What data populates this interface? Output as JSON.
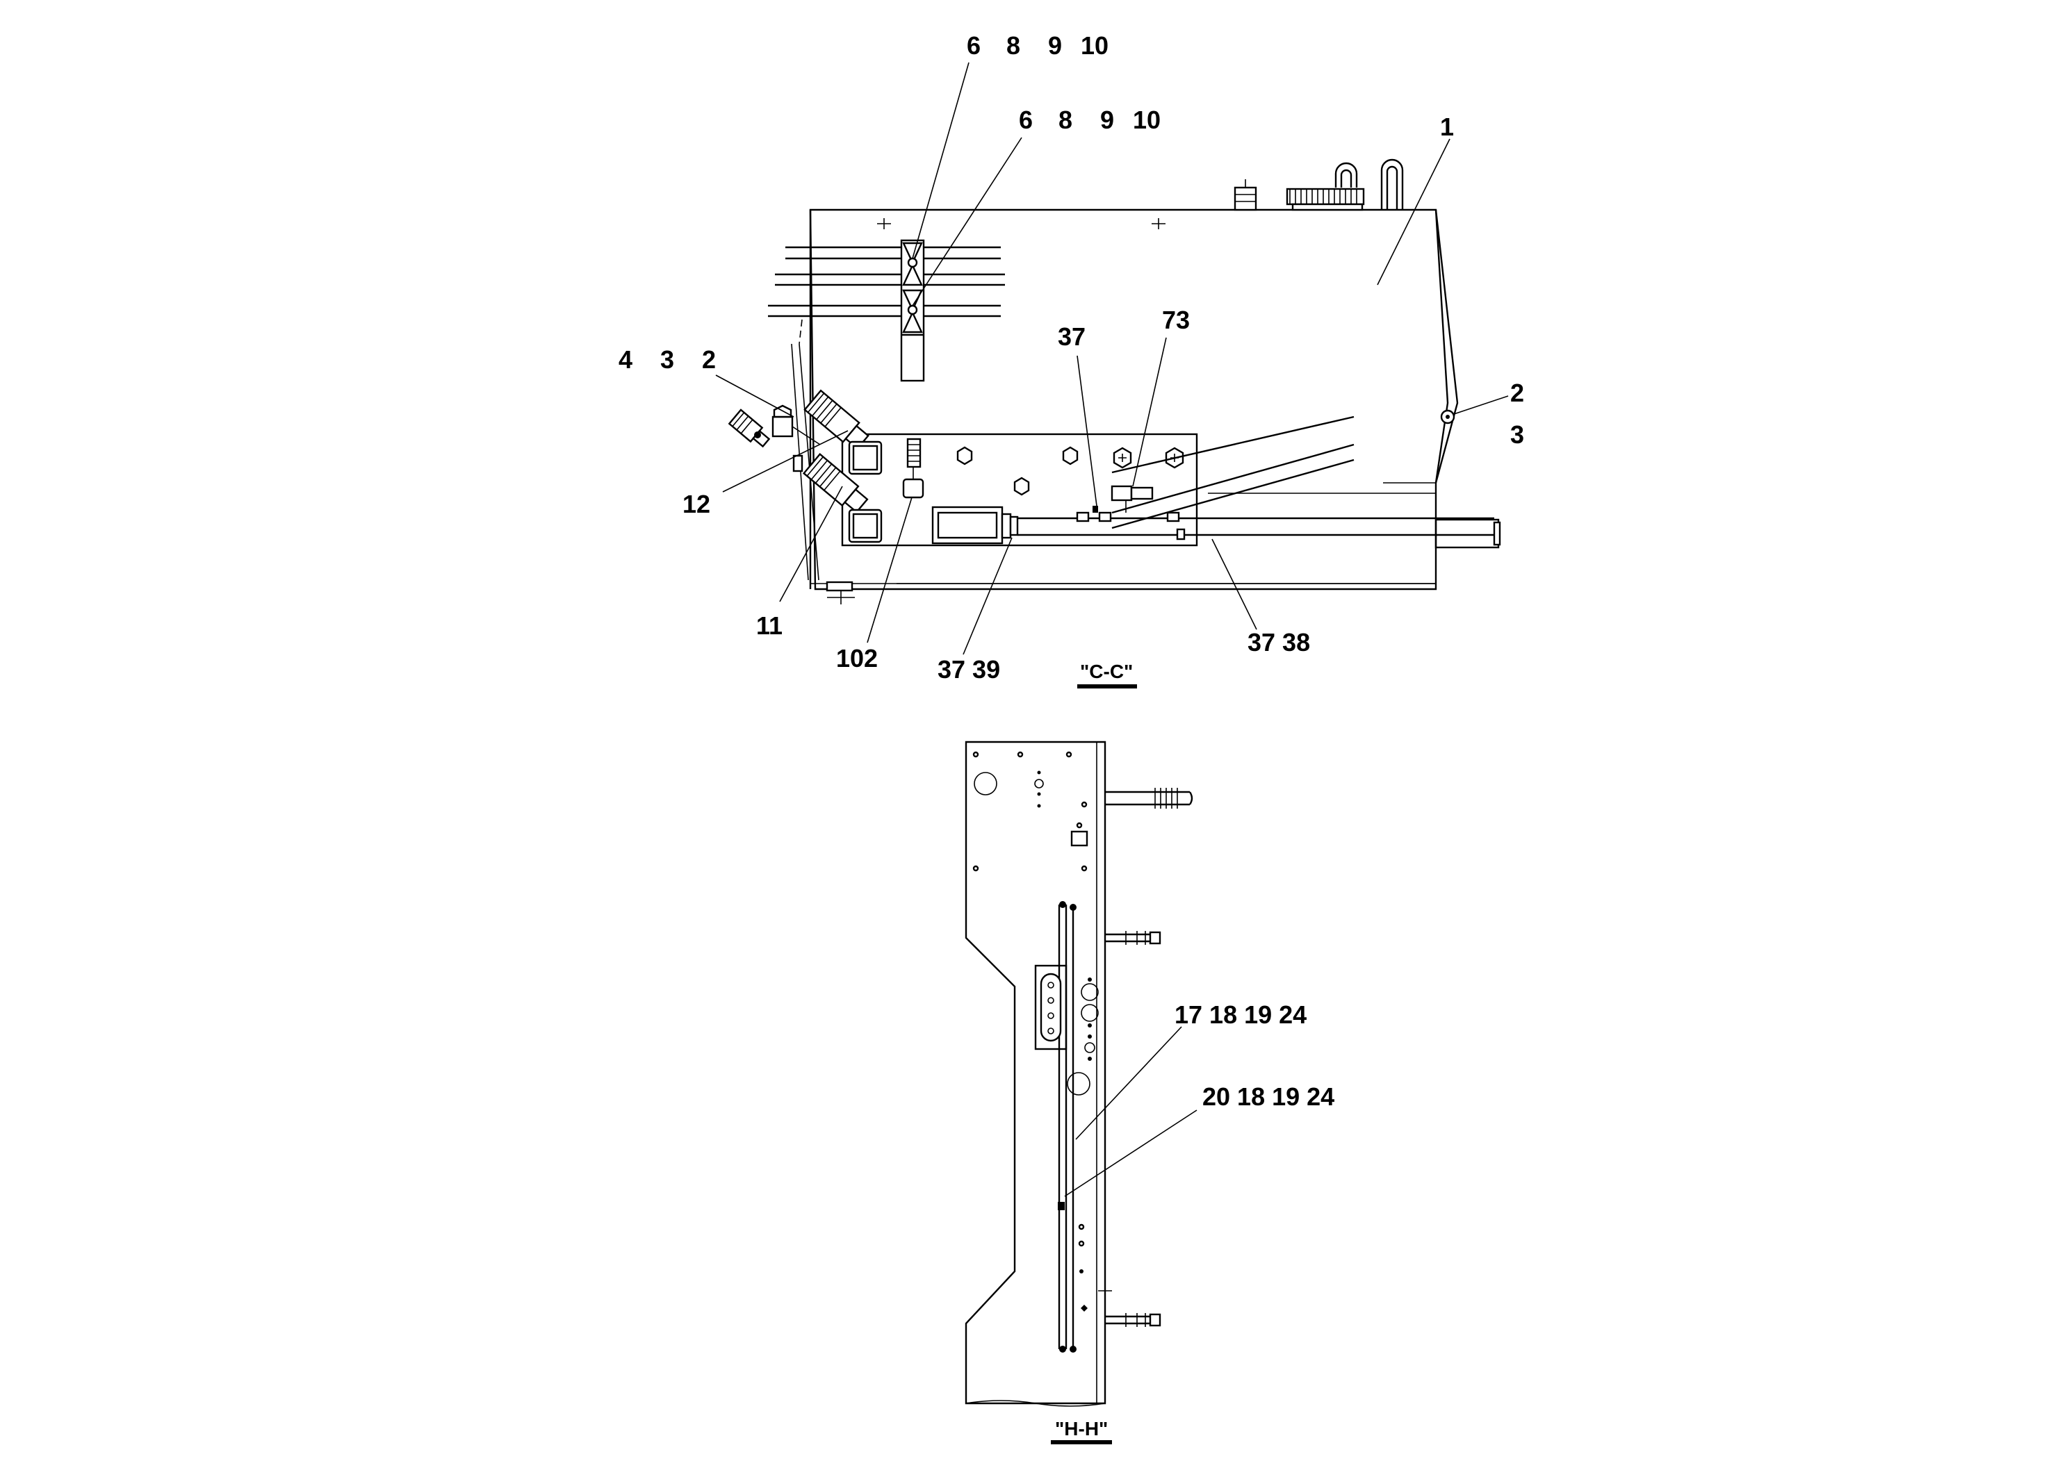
{
  "views": {
    "cc": {
      "title": "\"C-C\"",
      "callouts": {
        "top_refs_1": [
          "6",
          "8",
          "9",
          "10"
        ],
        "top_refs_2": [
          "6",
          "8",
          "9",
          "10"
        ],
        "tank": "1",
        "left_refs": [
          "4",
          "3",
          "2"
        ],
        "right_refs": [
          "2",
          "3"
        ],
        "ref_37": "37",
        "ref_73": "73",
        "ref_12": "12",
        "ref_11": "11",
        "ref_102": "102",
        "ref_37_39": "37 39",
        "ref_37_38": "37 38"
      }
    },
    "hh": {
      "title": "\"H-H\"",
      "callouts": {
        "refs_17": "17 18 19 24",
        "refs_20": "20 18 19 24"
      }
    }
  }
}
